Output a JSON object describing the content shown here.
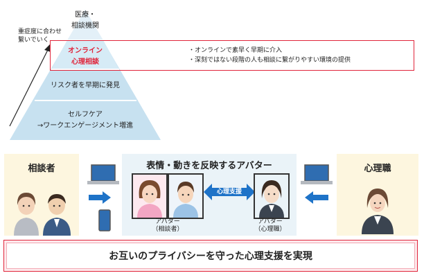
{
  "pyramid": {
    "tier_top_line1": "医療・",
    "tier_top_line2": "相談機関",
    "tier_online_line1": "オンライン",
    "tier_online_line2": "心理相談",
    "tier_risk": "リスク者を早期に発見",
    "tier_base_line1": "セルフケア",
    "tier_base_line2": "→ワークエンゲージメント増進",
    "side_note_line1": "重症度に合わせ",
    "side_note_line2": "繋いでいく"
  },
  "highlight": {
    "bullet1": "・オンラインで素早く早期に介入",
    "bullet2": "・深刻ではない段階の人も相談に繋がりやすい環境の提供"
  },
  "left_panel": {
    "title": "相談者"
  },
  "center_panel": {
    "title": "表情・動きを反映するアバター",
    "avatar_client_line1": "アバター",
    "avatar_client_line2": "（相談者）",
    "support_label": "心理支援",
    "avatar_counselor_line1": "アバター",
    "avatar_counselor_line2": "（心理職）"
  },
  "right_panel": {
    "title": "心理職"
  },
  "banner": {
    "text": "お互いのプライバシーを守った心理支援を実現"
  },
  "colors": {
    "accent_red": "#e0243a",
    "pyramid_blue": "#b9d9ec",
    "arrow_blue": "#1e73c8",
    "cream": "#fdf6df",
    "panel_blue": "#eaf3f8"
  }
}
